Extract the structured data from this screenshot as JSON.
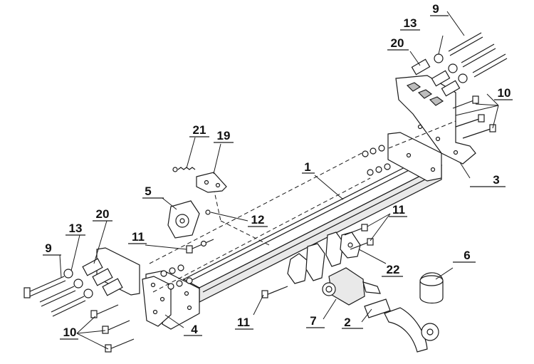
{
  "callouts": {
    "c1": "1",
    "c2": "2",
    "c3": "3",
    "c4": "4",
    "c5": "5",
    "c6": "6",
    "c7": "7",
    "c9a": "9",
    "c9b": "9",
    "c10a": "10",
    "c10b": "10",
    "c11a": "11",
    "c11b": "11",
    "c11c": "11",
    "c12": "12",
    "c13a": "13",
    "c13b": "13",
    "c19": "19",
    "c20a": "20",
    "c20b": "20",
    "c21": "21",
    "c22": "22"
  }
}
